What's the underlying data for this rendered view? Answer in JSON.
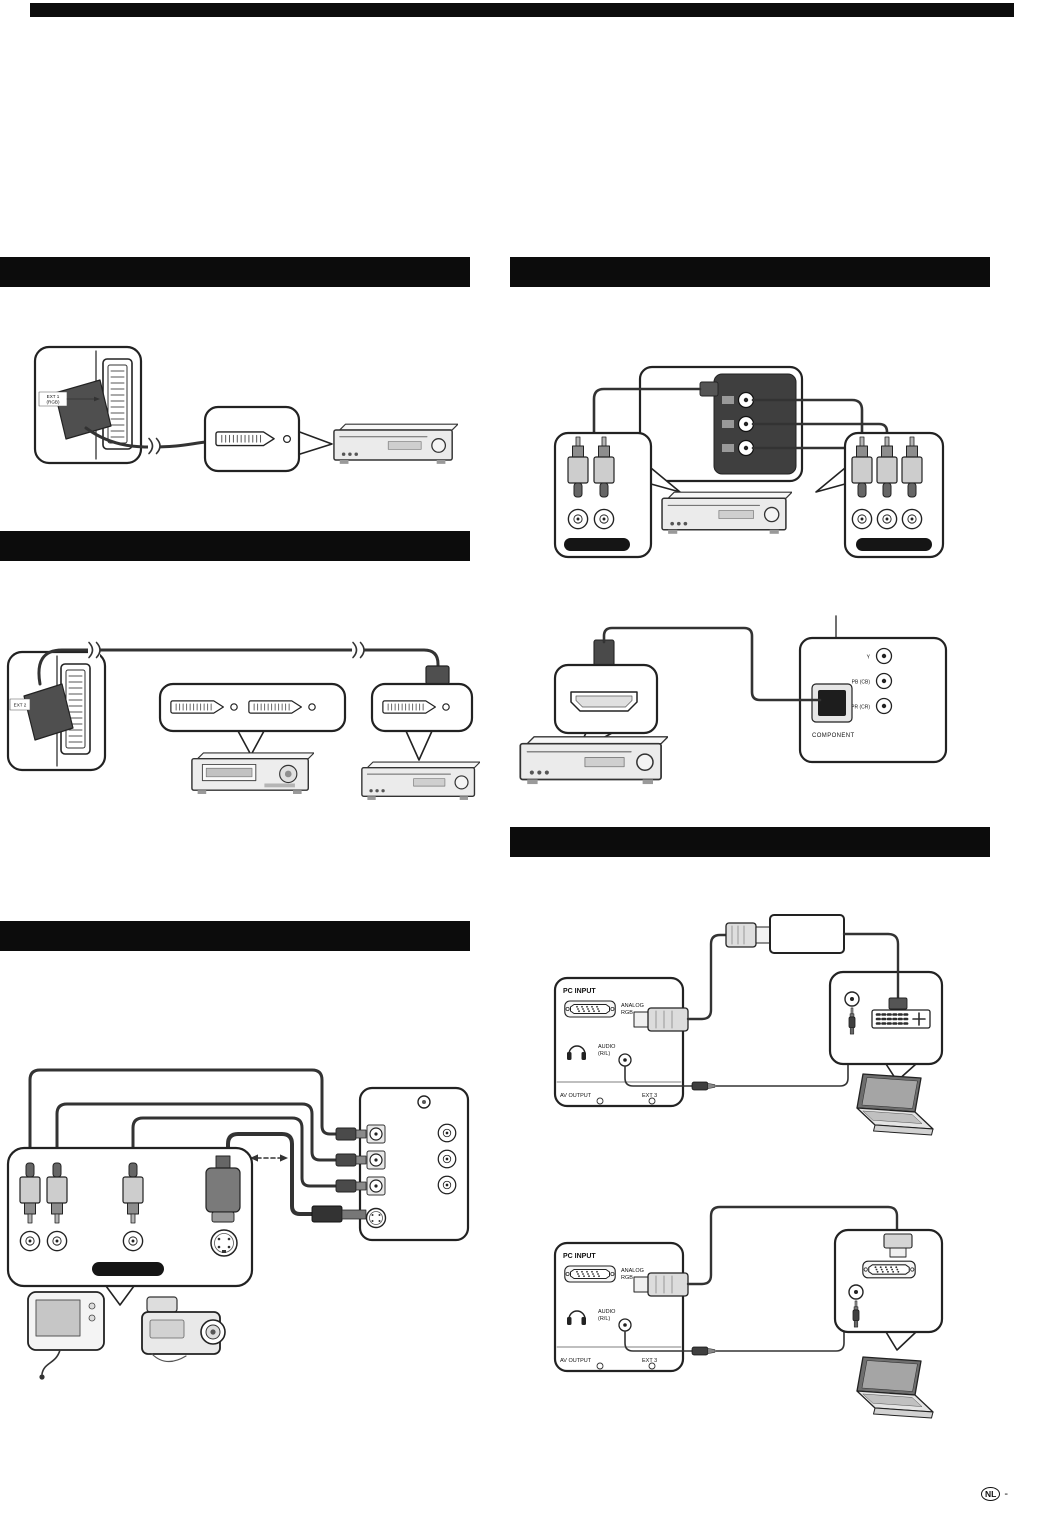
{
  "page": {
    "marker": "NL",
    "marker_dash": "-"
  },
  "sections": {
    "left_1": {
      "title": ""
    },
    "left_2": {
      "title": ""
    },
    "left_3": {
      "title": ""
    },
    "right_1": {
      "title": ""
    },
    "right_2": {
      "title": ""
    }
  },
  "tv_labels": {
    "ext1_line1": "EXT 1",
    "ext1_line2": "(RGB)",
    "ext2": "EXT 2"
  },
  "component_panel": {
    "y": "Y",
    "pb": "PB (CB)",
    "pr": "PR (CR)",
    "component": "COMPONENT"
  },
  "pc_panel": {
    "pc_input": "PC INPUT",
    "analog": "ANALOG",
    "rgb": "RGB",
    "audio": "AUDIO",
    "rl": "(R/L)",
    "av_output": "AV OUTPUT",
    "ext3": "EXT 3"
  }
}
